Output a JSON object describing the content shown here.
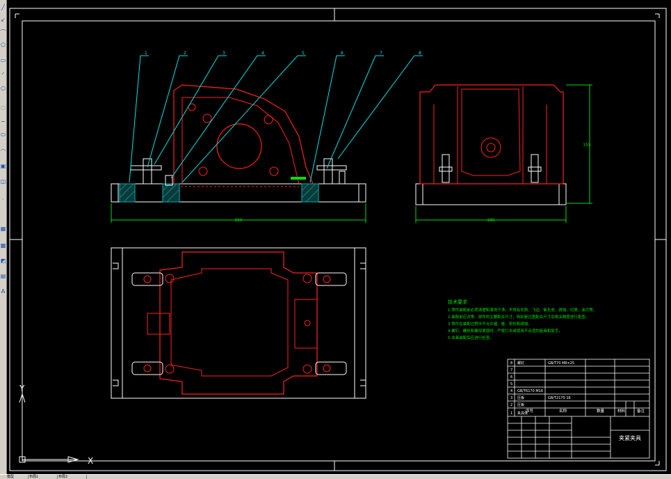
{
  "title_block": {
    "drawing_title": "夹紧夹具",
    "header_labels": [
      "序号",
      "名称",
      "数量",
      "材料",
      "备注"
    ],
    "parts_rows": [
      {
        "no": "8",
        "name": "螺钉",
        "spec": "GB/T70 M8×25"
      },
      {
        "no": "7",
        "name": "",
        "spec": ""
      },
      {
        "no": "6",
        "name": "",
        "spec": ""
      },
      {
        "no": "5",
        "name": "",
        "spec": ""
      },
      {
        "no": "4",
        "name": "GB/T6170 M16",
        "spec": ""
      },
      {
        "no": "3",
        "name": "压板",
        "spec": "GB/T2175 16"
      },
      {
        "no": "2",
        "name": "压板",
        "spec": ""
      },
      {
        "no": "1",
        "name": "夹具体",
        "spec": ""
      }
    ]
  },
  "tech_notes": {
    "heading": "技术要求",
    "lines": [
      "1.零件装配前必须清理和清洗干净，不得有毛刺、飞边、氧化皮、锈蚀、切屑、油污等。",
      "2.装配前应对零、部件的主要配合尺寸，特别是过盈配合尺寸及相关精度进行复查。",
      "3.零件在装配过程中不允许磕、碰、划伤和锈蚀。",
      "4.螺钉、螺栓和螺母紧固时，严禁打击或使用不合适的旋具和扳手。",
      "5.夹具装配后应进行检查。"
    ]
  },
  "balloons": [
    "1",
    "2",
    "3",
    "4",
    "5",
    "6",
    "7",
    "8"
  ],
  "dimensions": {
    "front_width": "350",
    "side_width": "180",
    "side_height": "155"
  },
  "ucs": {
    "x_label": "X",
    "y_label": "Y"
  },
  "status_tabs": [
    "模型",
    "布局1",
    "布局2"
  ],
  "toolbar_icons": [
    "line-icon",
    "construction-line-icon",
    "polyline-icon",
    "polygon-icon",
    "rectangle-icon",
    "arc-icon",
    "circle-icon",
    "revcloud-icon",
    "spline-icon",
    "ellipse-icon",
    "ellipse-arc-icon",
    "insert-block-icon",
    "make-block-icon",
    "point-icon",
    "hatch-icon",
    "gradient-icon",
    "region-icon",
    "table-icon",
    "mtext-icon"
  ],
  "colors": {
    "background": "#000000",
    "outline": "#ffffff",
    "part": "#ff2020",
    "leader": "#00e5e5",
    "dimension": "#00e000",
    "hatch": "#00b0b0",
    "toolbar": "#d4d0c8"
  }
}
